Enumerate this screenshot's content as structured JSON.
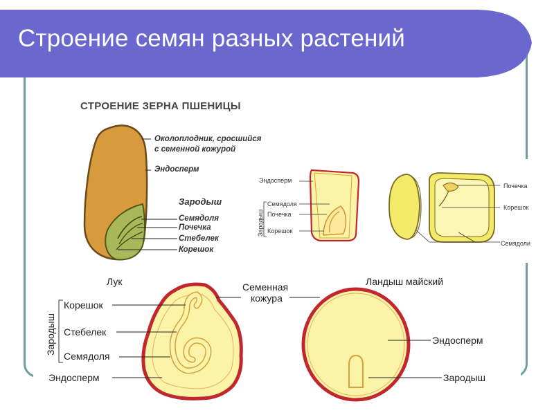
{
  "slide": {
    "title": "Строение семян разных растений"
  },
  "wheat": {
    "heading": "СТРОЕНИЕ ЗЕРНА ПШЕНИЦЫ",
    "pericarp_line1": "Околоплодник, сросшийся",
    "pericarp_line2": "с семенной кожурой",
    "endosperm": "Эндосперм",
    "embryo": "Зародыш",
    "cotyledon": "Семядоля",
    "bud": "Почечка",
    "stem": "Стебелек",
    "root": "Корешок"
  },
  "bean_small": {
    "endosperm": "Эндосперм",
    "embryo_vertical": "Зародыш",
    "cotyledon": "Семядоля",
    "bud": "Почечка",
    "root": "Корешок"
  },
  "bean_right": {
    "bud": "Почечка",
    "root": "Корешок",
    "cotyledons": "Семядоли"
  },
  "onion": {
    "name": "Лук",
    "embryo_vertical": "Зародыш",
    "root": "Корешок",
    "stem": "Стебелек",
    "cotyledon": "Семядоля",
    "endosperm": "Эндосперм"
  },
  "center": {
    "seed_coat_line1": "Семенная",
    "seed_coat_line2": "кожура"
  },
  "lily": {
    "name": "Ландыш майский",
    "endosperm": "Эндосперм",
    "embryo": "Зародыш"
  },
  "colors": {
    "banner": "#6a67cf",
    "frame": "#6f9f98",
    "wheat_grain": "#d79a3c",
    "wheat_embryo": "#a9b95a",
    "seed_fill": "#fbf3a8",
    "seed_coat": "#c0282e",
    "bean_fill": "#f3ea6a"
  }
}
